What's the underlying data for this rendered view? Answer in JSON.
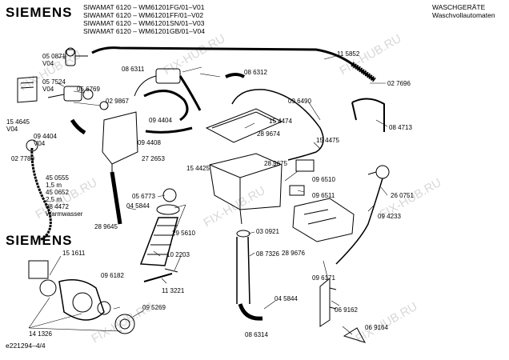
{
  "header": {
    "brand": "SIEMENS",
    "models": [
      "SIWAMAT 6120 – WM61201FG/01–V01",
      "SIWAMAT 6120 – WM61201FF/01–V02",
      "SIWAMAT 6120 – WM61201SN/01–V03",
      "SIWAMAT 6120 – WM61201GB/01–V04"
    ],
    "category": [
      "WASCHGERÄTE",
      "Waschvollautomaten"
    ]
  },
  "brand_lower": "SIEMENS",
  "doc_id": "e221294–4/4",
  "watermark": "FIX-HUB.RU",
  "colors": {
    "line": "#000000",
    "watermark": "#d8d8d8"
  },
  "part_labels": [
    {
      "id": "p050871",
      "text": "05 0871\nV04"
    },
    {
      "id": "p057524",
      "text": "05 7524\nV04"
    },
    {
      "id": "p056769",
      "text": "05 6769"
    },
    {
      "id": "p029867",
      "text": "02 9867"
    },
    {
      "id": "p154645",
      "text": "15 4645\nV04"
    },
    {
      "id": "p094404a",
      "text": "09 4404\nV04"
    },
    {
      "id": "p027780",
      "text": "02 7780"
    },
    {
      "id": "p450555",
      "text": "45 0555\n1,5 m\n45 0652\n2,5 m\n08 4472\nWarmwasser"
    },
    {
      "id": "p086311",
      "text": "08 6311"
    },
    {
      "id": "p094404b",
      "text": "09 4404"
    },
    {
      "id": "p094408",
      "text": "09 4408"
    },
    {
      "id": "p272653",
      "text": "27 2653"
    },
    {
      "id": "p086312",
      "text": "08 6312"
    },
    {
      "id": "p115852",
      "text": "11 5852"
    },
    {
      "id": "p027696",
      "text": "02 7696"
    },
    {
      "id": "p096490",
      "text": "09 6490"
    },
    {
      "id": "p084713",
      "text": "08 4713"
    },
    {
      "id": "p154474",
      "text": "15 4474"
    },
    {
      "id": "p289674",
      "text": "28 9674"
    },
    {
      "id": "p154475",
      "text": "15 4475"
    },
    {
      "id": "p154425",
      "text": "15 4425"
    },
    {
      "id": "p289675",
      "text": "28 9675"
    },
    {
      "id": "p096510",
      "text": "09 6510"
    },
    {
      "id": "p096511",
      "text": "09 6511"
    },
    {
      "id": "p260751",
      "text": "26 0751"
    },
    {
      "id": "p094233",
      "text": "09 4233"
    },
    {
      "id": "p056773",
      "text": "05 6773"
    },
    {
      "id": "p045844a",
      "text": "04 5844"
    },
    {
      "id": "p295610",
      "text": "29 5610"
    },
    {
      "id": "p289645",
      "text": "28 9645"
    },
    {
      "id": "p030921",
      "text": "03 0921"
    },
    {
      "id": "p087326",
      "text": "08 7326"
    },
    {
      "id": "p289676",
      "text": "28 9676"
    },
    {
      "id": "p151611",
      "text": "15 1611"
    },
    {
      "id": "p096182",
      "text": "09 6182"
    },
    {
      "id": "p102203",
      "text": "10 2203"
    },
    {
      "id": "p113221",
      "text": "11 3221"
    },
    {
      "id": "p096171",
      "text": "09 6171"
    },
    {
      "id": "p095269",
      "text": "09 5269"
    },
    {
      "id": "p141326",
      "text": "14 1326"
    },
    {
      "id": "p045844b",
      "text": "04 5844"
    },
    {
      "id": "p086314",
      "text": "08 6314"
    },
    {
      "id": "p069162",
      "text": "06 9162"
    },
    {
      "id": "p069164",
      "text": "06 9164"
    }
  ]
}
